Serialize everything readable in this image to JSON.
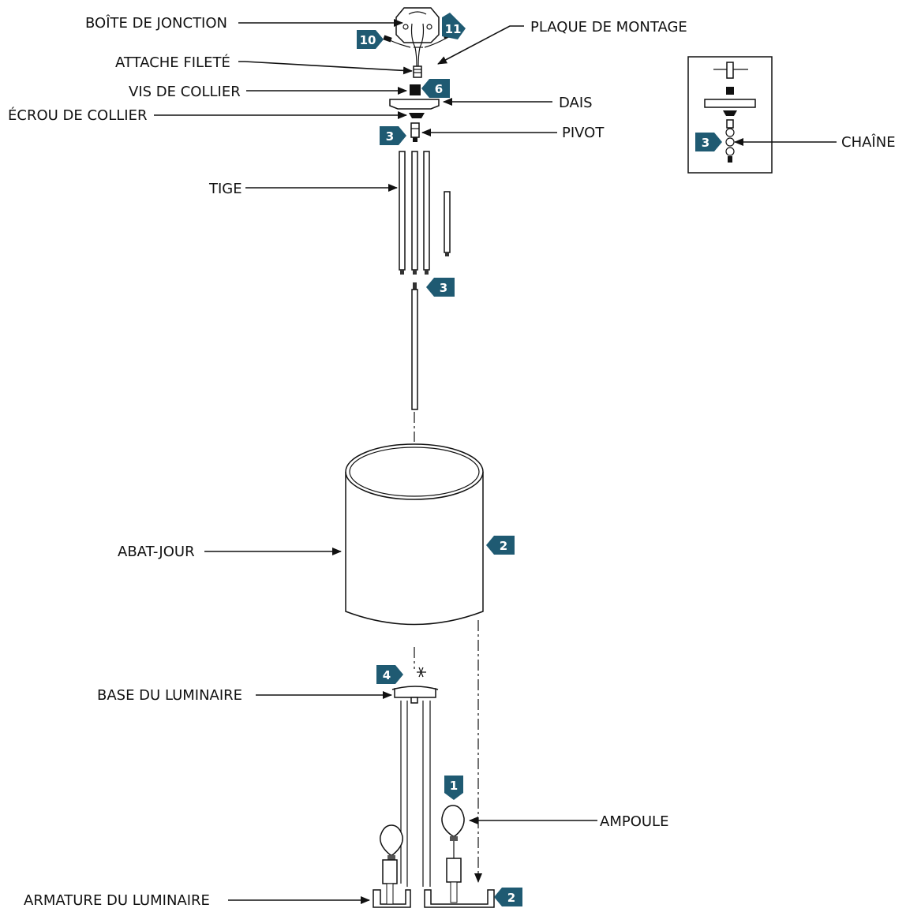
{
  "labels": {
    "junction_box": "BOÎTE DE JONCTION",
    "mounting_plate": "PLAQUE DE MONTAGE",
    "threaded_nipple": "ATTACHE FILETÉ",
    "collar_screw": "VIS DE COLLIER",
    "canopy": "DAIS",
    "collar_nut": "ÉCROU DE COLLIER",
    "swivel": "PIVOT",
    "chain": "CHAÎNE",
    "stem": "TIGE",
    "shade": "ABAT-JOUR",
    "fixture_base": "BASE DU LUMINAIRE",
    "bulb": "AMPOULE",
    "fixture_frame": "ARMATURE DU LUMINAIRE"
  },
  "steps": {
    "junction_left": "10",
    "junction_right": "11",
    "collar": "6",
    "swivel": "3",
    "chain": "3",
    "stem": "3",
    "shade": "2",
    "base": "4",
    "bulb": "1",
    "frame": "2"
  },
  "colors": {
    "badge": "#1f5a72",
    "ink": "#111111"
  }
}
